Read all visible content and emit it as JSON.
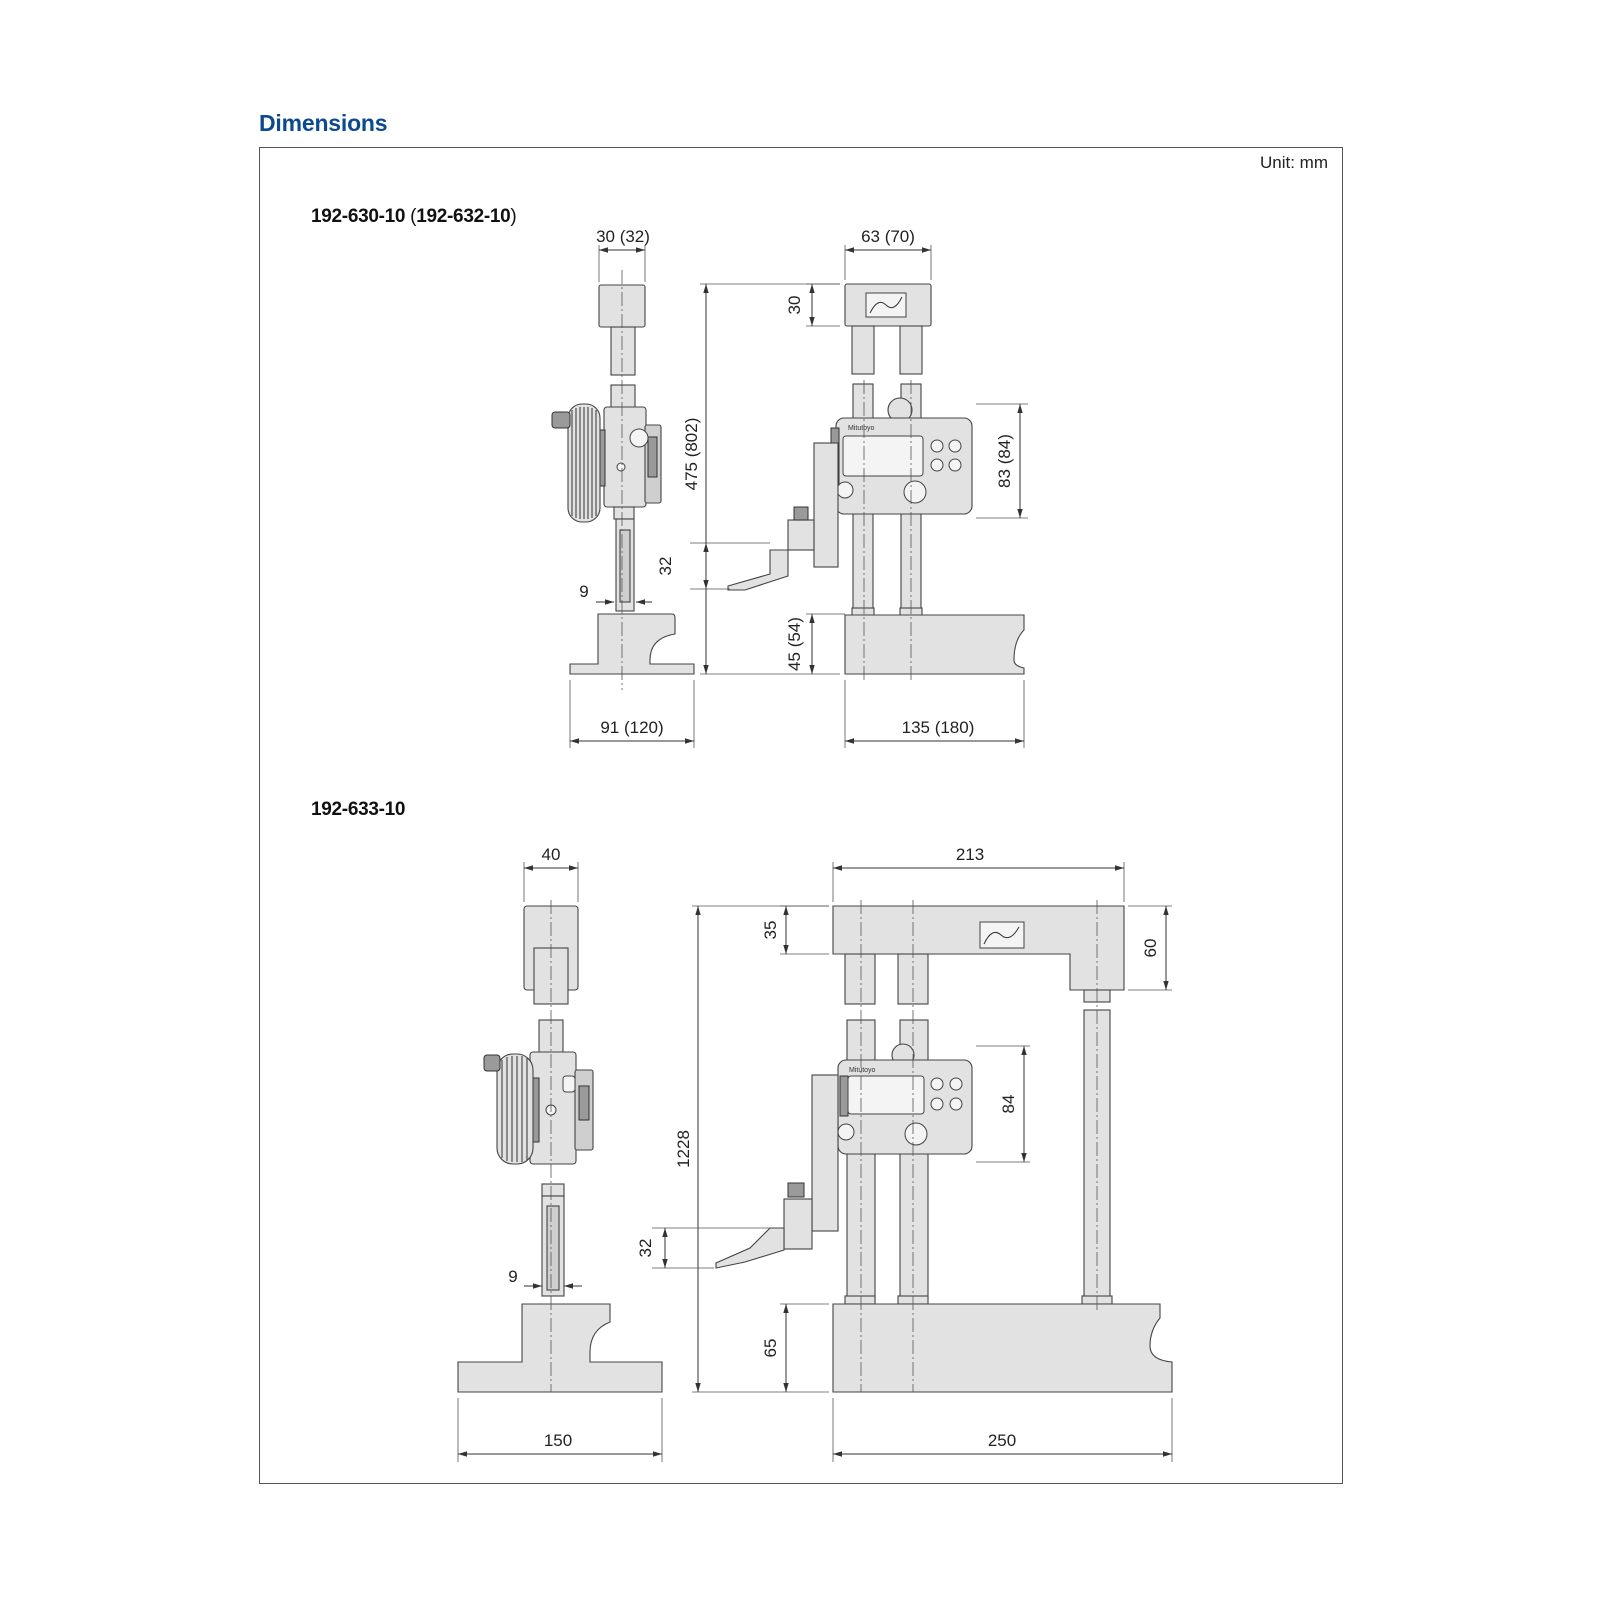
{
  "heading": "Dimensions",
  "unit_label": "Unit: mm",
  "model_1": {
    "code": "192-630-10",
    "alt_open": " (",
    "alt_code": "192-632-10",
    "alt_close": ")"
  },
  "model_2": {
    "code": "192-633-10"
  },
  "dims_1": {
    "head_width": "30 (32)",
    "head_width_front": "63 (70)",
    "top_height": "30",
    "total_height": "475 (802)",
    "counter_height": "83 (84)",
    "scriber_height": "32",
    "scriber_thickness": "9",
    "base_height": "45 (54)",
    "base_depth": "91 (120)",
    "base_width": "135 (180)"
  },
  "dims_2": {
    "head_width": "40",
    "head_width_front": "213",
    "top_height": "35",
    "bracket_height": "60",
    "total_height": "1228",
    "counter_height": "84",
    "scriber_height": "32",
    "scriber_thickness": "9",
    "base_height": "65",
    "base_depth": "150",
    "base_width": "250"
  },
  "colors": {
    "heading": "#0b4a8f",
    "part_fill": "#e2e2e2",
    "outline": "#444444"
  },
  "icons": {
    "logo_emblem": "mitutoyo-emblem-icon",
    "counter_brand": "Mitutoyo"
  }
}
